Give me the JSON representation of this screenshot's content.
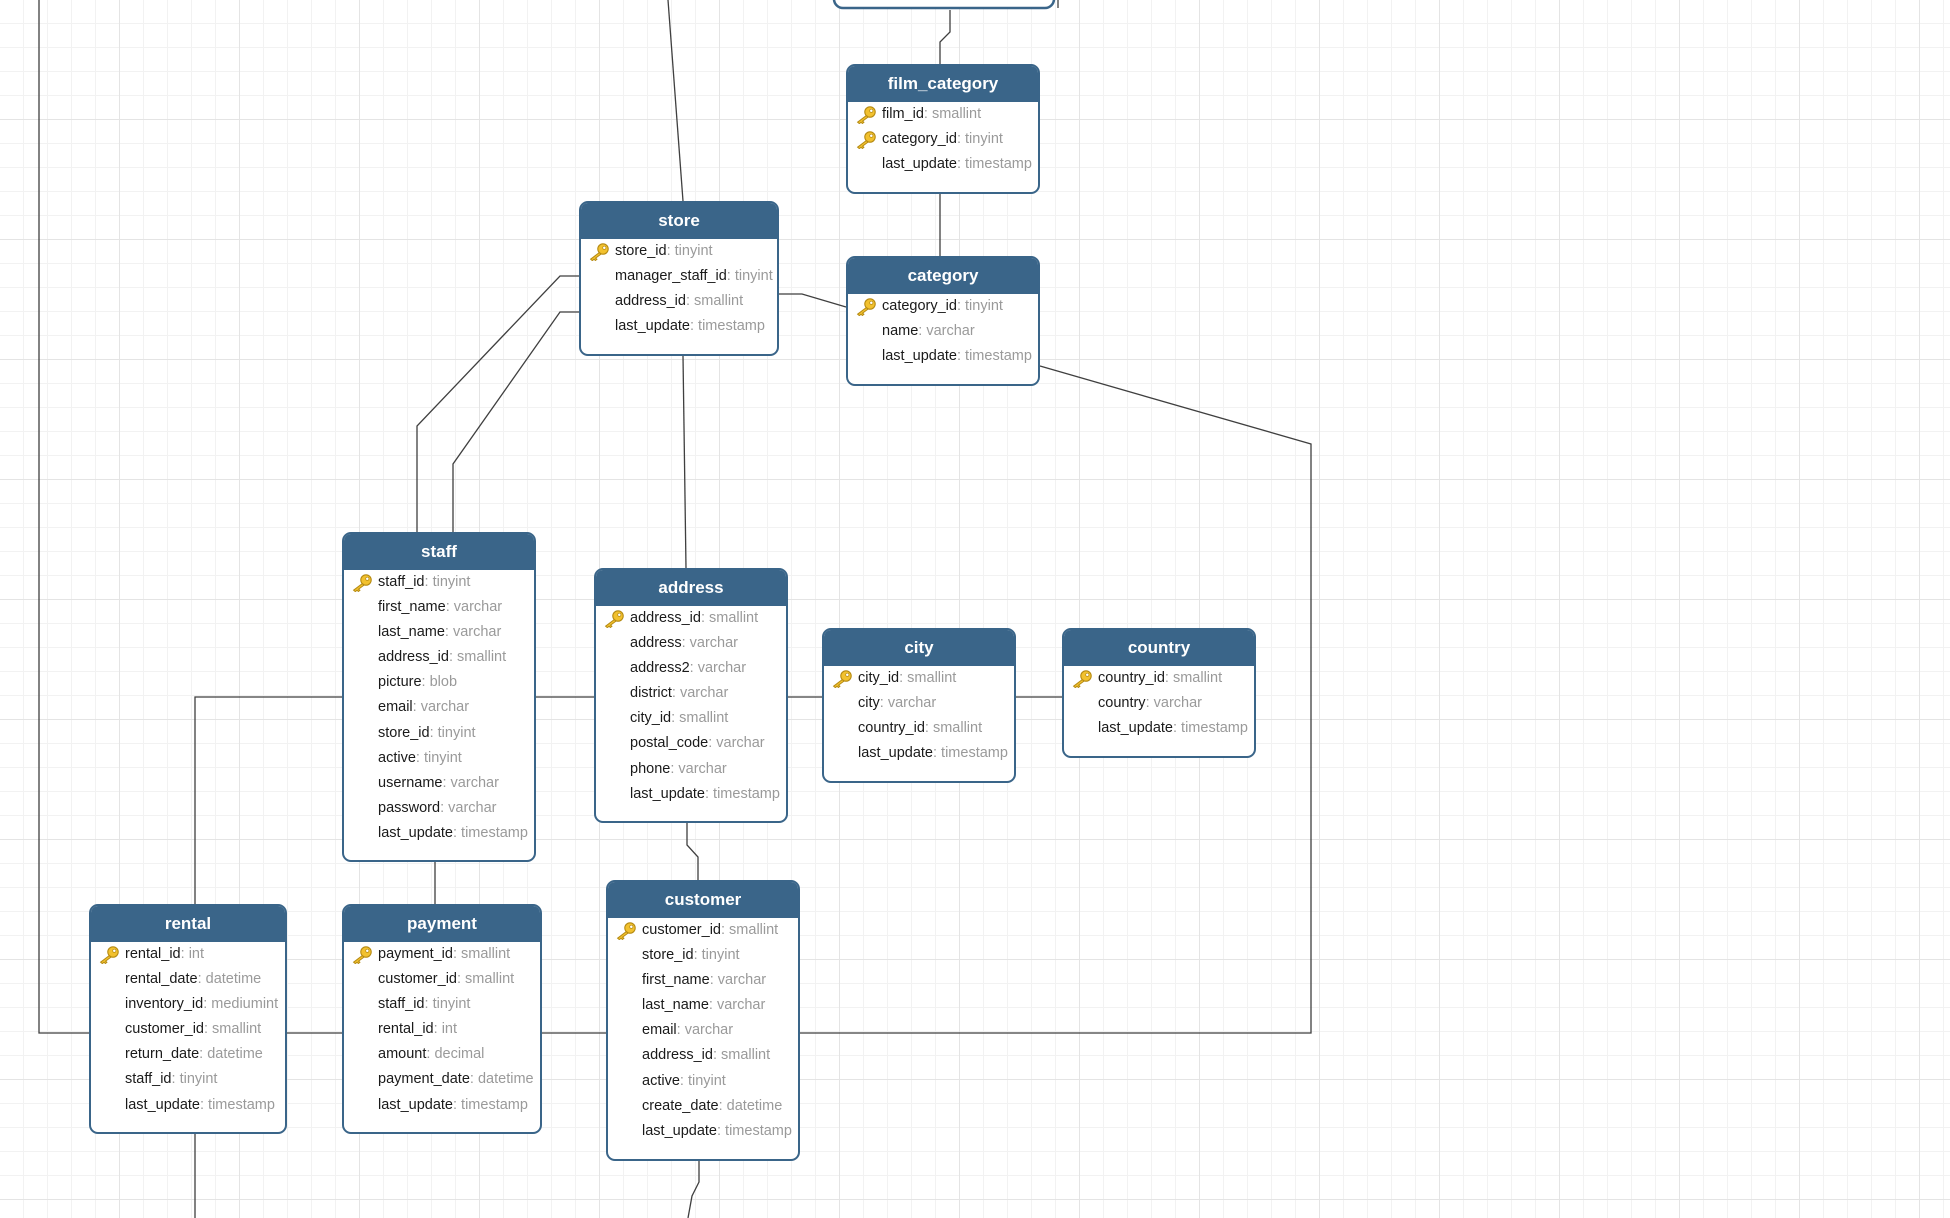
{
  "tables": [
    {
      "id": "film_category",
      "name": "film_category",
      "fields": [
        {
          "name": "film_id",
          "type": "smallint",
          "pk": true
        },
        {
          "name": "category_id",
          "type": "tinyint",
          "pk": true
        },
        {
          "name": "last_update",
          "type": "timestamp",
          "pk": false
        }
      ]
    },
    {
      "id": "store",
      "name": "store",
      "fields": [
        {
          "name": "store_id",
          "type": "tinyint",
          "pk": true
        },
        {
          "name": "manager_staff_id",
          "type": "tinyint",
          "pk": false
        },
        {
          "name": "address_id",
          "type": "smallint",
          "pk": false
        },
        {
          "name": "last_update",
          "type": "timestamp",
          "pk": false
        }
      ]
    },
    {
      "id": "category",
      "name": "category",
      "fields": [
        {
          "name": "category_id",
          "type": "tinyint",
          "pk": true
        },
        {
          "name": "name",
          "type": "varchar",
          "pk": false
        },
        {
          "name": "last_update",
          "type": "timestamp",
          "pk": false
        }
      ]
    },
    {
      "id": "staff",
      "name": "staff",
      "fields": [
        {
          "name": "staff_id",
          "type": "tinyint",
          "pk": true
        },
        {
          "name": "first_name",
          "type": "varchar",
          "pk": false
        },
        {
          "name": "last_name",
          "type": "varchar",
          "pk": false
        },
        {
          "name": "address_id",
          "type": "smallint",
          "pk": false
        },
        {
          "name": "picture",
          "type": "blob",
          "pk": false
        },
        {
          "name": "email",
          "type": "varchar",
          "pk": false
        },
        {
          "name": "store_id",
          "type": "tinyint",
          "pk": false
        },
        {
          "name": "active",
          "type": "tinyint",
          "pk": false
        },
        {
          "name": "username",
          "type": "varchar",
          "pk": false
        },
        {
          "name": "password",
          "type": "varchar",
          "pk": false
        },
        {
          "name": "last_update",
          "type": "timestamp",
          "pk": false
        }
      ]
    },
    {
      "id": "address",
      "name": "address",
      "fields": [
        {
          "name": "address_id",
          "type": "smallint",
          "pk": true
        },
        {
          "name": "address",
          "type": "varchar",
          "pk": false
        },
        {
          "name": "address2",
          "type": "varchar",
          "pk": false
        },
        {
          "name": "district",
          "type": "varchar",
          "pk": false
        },
        {
          "name": "city_id",
          "type": "smallint",
          "pk": false
        },
        {
          "name": "postal_code",
          "type": "varchar",
          "pk": false
        },
        {
          "name": "phone",
          "type": "varchar",
          "pk": false
        },
        {
          "name": "last_update",
          "type": "timestamp",
          "pk": false
        }
      ]
    },
    {
      "id": "city",
      "name": "city",
      "fields": [
        {
          "name": "city_id",
          "type": "smallint",
          "pk": true
        },
        {
          "name": "city",
          "type": "varchar",
          "pk": false
        },
        {
          "name": "country_id",
          "type": "smallint",
          "pk": false
        },
        {
          "name": "last_update",
          "type": "timestamp",
          "pk": false
        }
      ]
    },
    {
      "id": "country",
      "name": "country",
      "fields": [
        {
          "name": "country_id",
          "type": "smallint",
          "pk": true
        },
        {
          "name": "country",
          "type": "varchar",
          "pk": false
        },
        {
          "name": "last_update",
          "type": "timestamp",
          "pk": false
        }
      ]
    },
    {
      "id": "rental",
      "name": "rental",
      "fields": [
        {
          "name": "rental_id",
          "type": "int",
          "pk": true
        },
        {
          "name": "rental_date",
          "type": "datetime",
          "pk": false
        },
        {
          "name": "inventory_id",
          "type": "mediumint",
          "pk": false
        },
        {
          "name": "customer_id",
          "type": "smallint",
          "pk": false
        },
        {
          "name": "return_date",
          "type": "datetime",
          "pk": false
        },
        {
          "name": "staff_id",
          "type": "tinyint",
          "pk": false
        },
        {
          "name": "last_update",
          "type": "timestamp",
          "pk": false
        }
      ]
    },
    {
      "id": "payment",
      "name": "payment",
      "fields": [
        {
          "name": "payment_id",
          "type": "smallint",
          "pk": true
        },
        {
          "name": "customer_id",
          "type": "smallint",
          "pk": false
        },
        {
          "name": "staff_id",
          "type": "tinyint",
          "pk": false
        },
        {
          "name": "rental_id",
          "type": "int",
          "pk": false
        },
        {
          "name": "amount",
          "type": "decimal",
          "pk": false
        },
        {
          "name": "payment_date",
          "type": "datetime",
          "pk": false
        },
        {
          "name": "last_update",
          "type": "timestamp",
          "pk": false
        }
      ]
    },
    {
      "id": "customer",
      "name": "customer",
      "fields": [
        {
          "name": "customer_id",
          "type": "smallint",
          "pk": true
        },
        {
          "name": "store_id",
          "type": "tinyint",
          "pk": false
        },
        {
          "name": "first_name",
          "type": "varchar",
          "pk": false
        },
        {
          "name": "last_name",
          "type": "varchar",
          "pk": false
        },
        {
          "name": "email",
          "type": "varchar",
          "pk": false
        },
        {
          "name": "address_id",
          "type": "smallint",
          "pk": false
        },
        {
          "name": "active",
          "type": "tinyint",
          "pk": false
        },
        {
          "name": "create_date",
          "type": "datetime",
          "pk": false
        },
        {
          "name": "last_update",
          "type": "timestamp",
          "pk": false
        }
      ]
    }
  ],
  "colors": {
    "header": "#3a6589",
    "border": "#3a6589",
    "field_type": "#9a9a9a",
    "connector": "#3f3f3f",
    "key_icon": "#f2c12e"
  },
  "icons": {
    "primary_key": "key-icon"
  }
}
